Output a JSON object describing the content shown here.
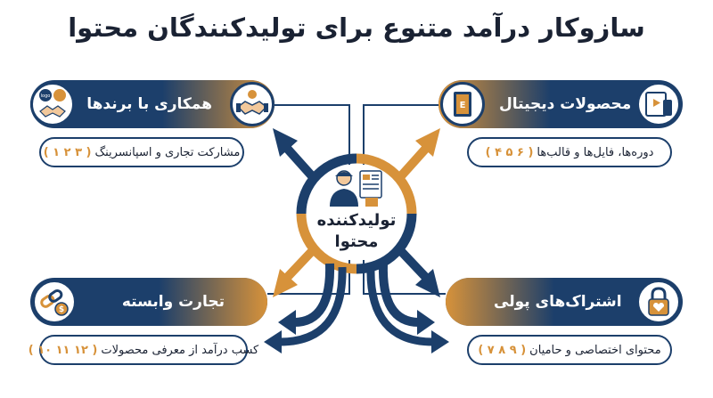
{
  "title": "سازوکار درآمد متنوع برای تولیدکنندگان محتوا",
  "center": {
    "line1": "تولیدکننده",
    "line2": "محتوا",
    "icon": "content-creator-icon"
  },
  "cards": {
    "brands": {
      "label": "همکاری با برندها",
      "desc": "مشارکت تجاری و اسپانسرینگ",
      "nums": "( ۳ ۲ ۱ )",
      "icon": "handshake-icon",
      "badge_icons": [
        "logo-icon",
        "handshake-icon"
      ]
    },
    "digital": {
      "label": "محصولات دیجیتال",
      "desc": "دوره‌ها، فایل‌ها و قالب‌ها",
      "nums": "( ۶ ۵ ۴ )",
      "icon": "devices-icon",
      "badge_icon": "ebook-icon"
    },
    "affiliate": {
      "label": "تجارت وابسته",
      "desc": "کسب درآمد از معرفی محصولات",
      "nums": "( ۱۲ ۱۱ ۱۰ )",
      "icon": "chain-coin-icon"
    },
    "subscription": {
      "label": "اشتراک‌های پولی",
      "desc": "محتوای اختصاصی و حامیان",
      "nums": "( ۹ ۸ ۷ )",
      "icon": "lock-heart-icon"
    }
  },
  "colors": {
    "navy": "#1c3f6b",
    "gold": "#d7923a",
    "text": "#1a2233"
  }
}
